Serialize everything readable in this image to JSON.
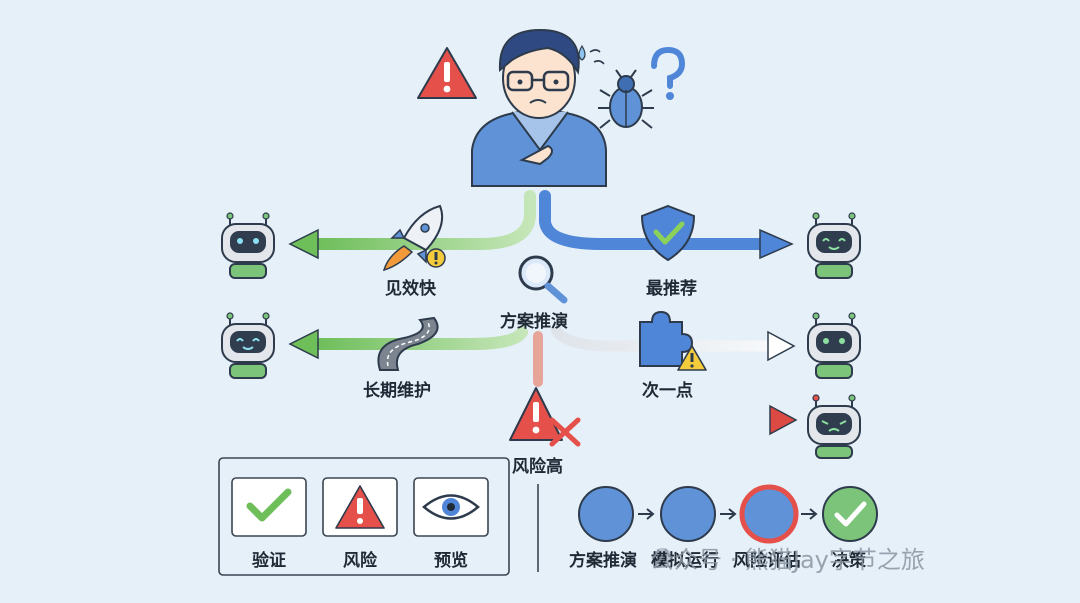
{
  "center": {
    "label": "方案推演"
  },
  "branches": {
    "left_top": "见效快",
    "left_bottom": "长期维护",
    "right_top": "最推荐",
    "right_mid": "次一点",
    "bottom": "风险高"
  },
  "legend": {
    "items": [
      "验证",
      "风险",
      "预览"
    ],
    "flow": [
      "方案推演",
      "模拟运行",
      "风险评估",
      "决策"
    ]
  },
  "watermark": "公众号 · 熊猫Jay字节之旅",
  "colors": {
    "green": "#7ac36a",
    "blue": "#4f86d8",
    "red": "#e0504a",
    "gray": "#c9ced6",
    "robot": "#7bc47a"
  }
}
